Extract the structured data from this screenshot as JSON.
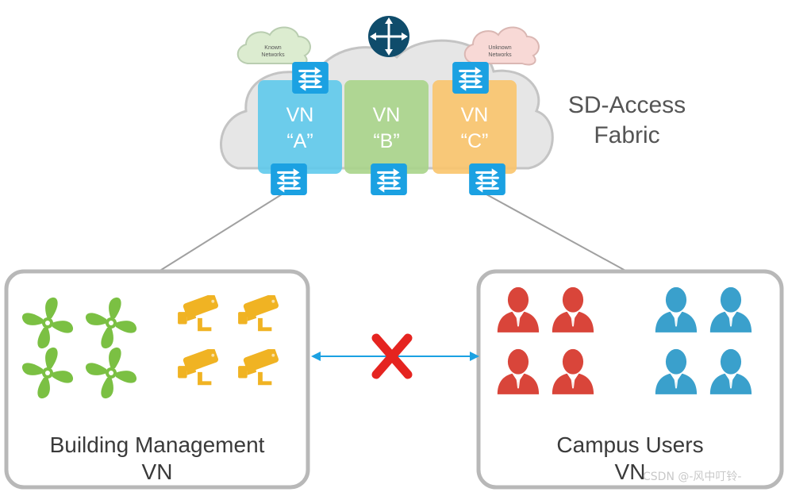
{
  "cloud_labels": {
    "known": [
      "Known",
      "Networks"
    ],
    "unknown": [
      "Unknown",
      "Networks"
    ]
  },
  "vns": [
    {
      "line1": "VN",
      "line2": "“A”",
      "color": "#5bc8ec"
    },
    {
      "line1": "VN",
      "line2": "“B”",
      "color": "#a8d48a"
    },
    {
      "line1": "VN",
      "line2": "“C”",
      "color": "#f9c46b"
    }
  ],
  "fabric": {
    "line1": "SD-Access",
    "line2": "Fabric"
  },
  "building": {
    "line1": "Building Management",
    "line2": "VN"
  },
  "campus": {
    "line1": "Campus Users",
    "line2": "VN"
  },
  "watermark": "CSDN @-风中叮铃-",
  "colors": {
    "switch": "#1ba1e2",
    "router": "#0f4c6b",
    "fan": "#7bc043",
    "camera": "#f0b323",
    "user_red": "#d9453a",
    "user_blue": "#3aa0cc",
    "blocked": "#e52420",
    "link": "#1ba1e2"
  },
  "icons": [
    "router-icon",
    "switch-icon",
    "fan-icon",
    "camera-icon",
    "user-icon",
    "blocked-x-icon"
  ]
}
